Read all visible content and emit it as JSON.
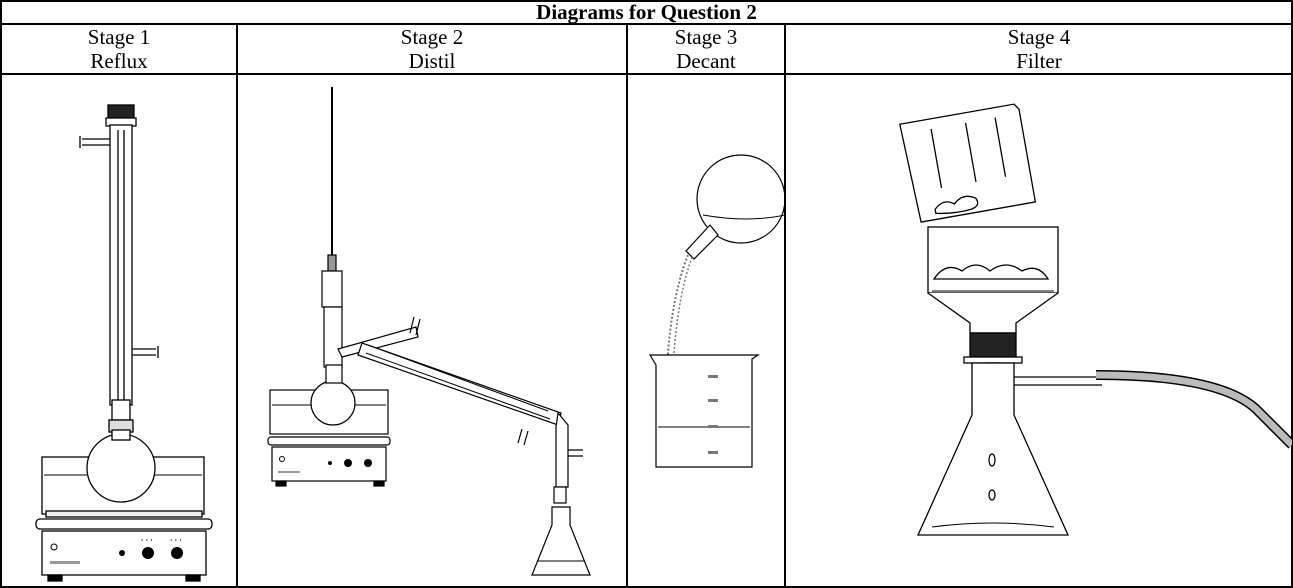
{
  "title": "Diagrams for Question 2",
  "stages": [
    {
      "stage": "Stage 1",
      "label": "Reflux"
    },
    {
      "stage": "Stage 2",
      "label": "Distil"
    },
    {
      "stage": "Stage 3",
      "label": "Decant"
    },
    {
      "stage": "Stage 4",
      "label": "Filter"
    }
  ]
}
